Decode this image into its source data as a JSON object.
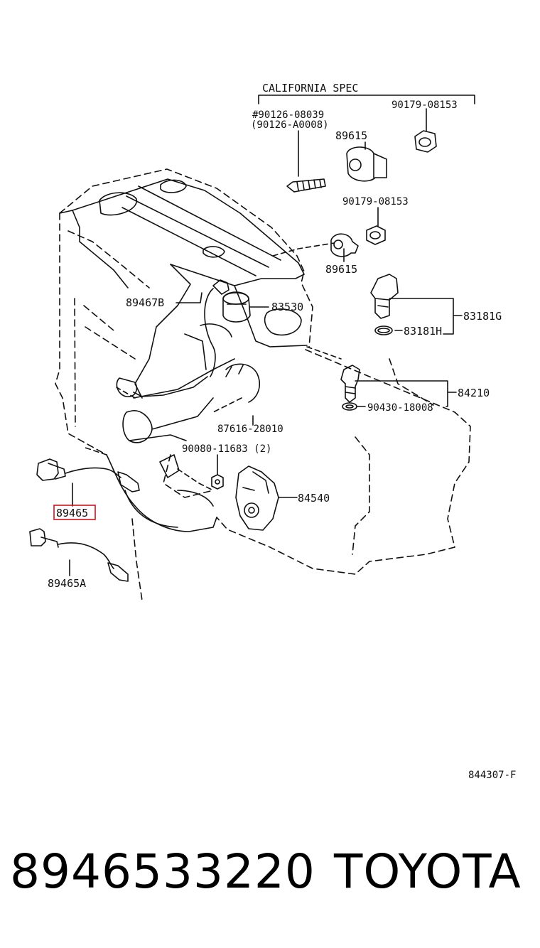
{
  "diagram": {
    "california_spec": "CALIFORNIA SPEC",
    "labels": {
      "p90126_08039": "#90126-08039",
      "p90126_a0008": "(90126-A0008)",
      "p90179_08153_top": "90179-08153",
      "p89615_top": "89615",
      "p90179_08153_mid": "90179-08153",
      "p89615_mid": "89615",
      "p89467b": "89467B",
      "p83530": "83530",
      "p83181g": "83181G",
      "p83181h": "83181H",
      "p84210": "84210",
      "p90430_18008": "90430-18008",
      "p87616_28010": "87616-28010",
      "p90080_11683": "90080-11683 (2)",
      "p84540": "84540",
      "p89465": "89465",
      "p89465a": "89465A",
      "drawing_code": "844307-F"
    },
    "highlight_color": "#d0121b"
  },
  "footer": {
    "part_number": "8946533220",
    "brand": "TOYOTA"
  }
}
